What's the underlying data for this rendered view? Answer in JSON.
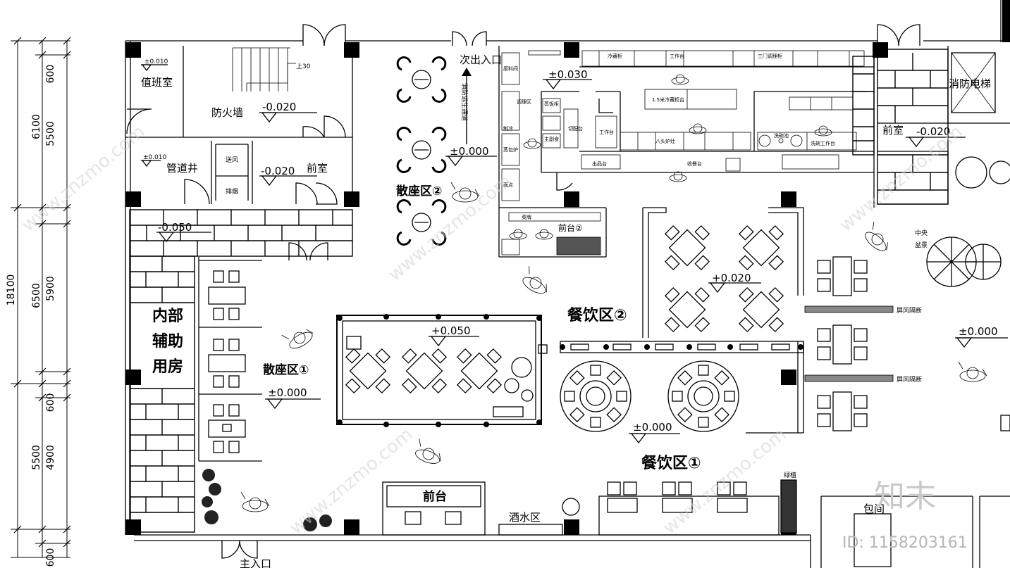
{
  "rooms": {
    "duty_room": "值班室",
    "firewall": "防火墙",
    "pipe_shaft": "管道井",
    "supply_air": "送风",
    "smoke_exhaust": "排烟",
    "anteroom_left": "前室",
    "anteroom_right": "前室",
    "fire_elevator": "消防电梯",
    "internal_aux": [
      "内部",
      "辅助",
      "用房"
    ],
    "seating_1": "散座区①",
    "seating_2": "散座区②",
    "dining_1": "餐饮区①",
    "dining_2": "餐饮区②",
    "front_desk": "前台",
    "front_desk_2": "前台②",
    "bar_area": "酒水区",
    "private_room": "包间",
    "secondary_entrance": "次出入口",
    "fire_escape": "消防逃生通道",
    "main_entrance": "主入口",
    "central_plant": [
      "中央",
      "盆景"
    ],
    "screen_partition_1": "屏风隔断",
    "screen_partition_2": "屏风隔断",
    "stair_up": "上30",
    "plant_label": "绿植"
  },
  "elevations": {
    "duty": "±0.010",
    "firewall": "-0.020",
    "pipe": "±0.010",
    "anteroom": "-0.020",
    "brick": "-0.050",
    "seat2": "±0.000",
    "kitchen": "±0.030",
    "center": "+0.050",
    "seat1": "±0.000",
    "dining2": "+0.020",
    "dining1": "±0.000",
    "right": "±0.000",
    "elevator": "-0.020"
  },
  "kitchen_labels": [
    "原料间",
    "调理区",
    "制冷",
    "蒸包炉",
    "面点",
    "工作台",
    "蒸饭柜",
    "切配台",
    "主副食",
    "冷藏柜",
    "出品台",
    "菜牌",
    "1.5米冷藏柜台",
    "八头炉灶",
    "工作台",
    "洗碗池",
    "洗碗工作台",
    "收餐台",
    "三门调理柜"
  ],
  "dimensions": {
    "total": "18100",
    "outer": [
      "6100",
      "6500",
      "5500"
    ],
    "inner": [
      "600",
      "5500",
      "5900",
      "600",
      "4900",
      "600"
    ]
  },
  "watermark": {
    "site": "www.znzmo.com",
    "logo": "知末",
    "id": "ID: 1158203161"
  }
}
